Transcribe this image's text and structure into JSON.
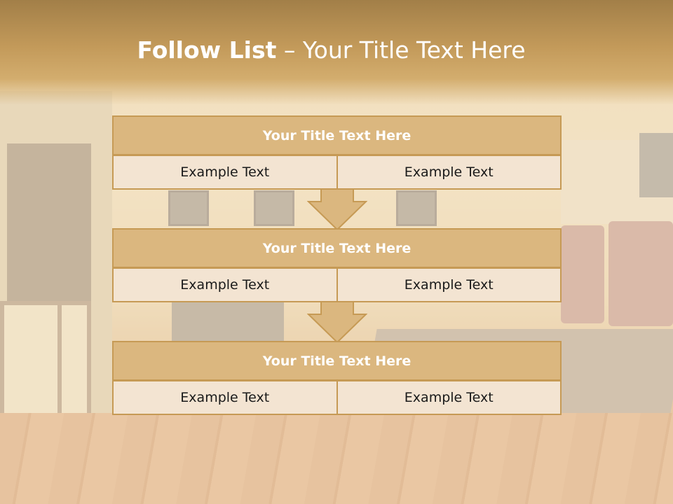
{
  "slide": {
    "title_bold": "Follow List",
    "title_rest": " – Your Title Text Here"
  },
  "steps": [
    {
      "title": "Your Title Text Here",
      "left": "Example Text",
      "right": "Example Text"
    },
    {
      "title": "Your Title Text Here",
      "left": "Example Text",
      "right": "Example Text"
    },
    {
      "title": "Your Title Text Here",
      "left": "Example Text",
      "right": "Example Text"
    }
  ],
  "colors": {
    "header_fill": "#dbb77f",
    "border": "#c69a55",
    "cell_fill": "#f3e4d2",
    "titlebar": "#c39a5a"
  }
}
